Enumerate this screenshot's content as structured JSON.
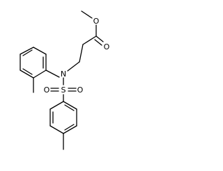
{
  "molecule": {
    "atoms": {
      "nitrogen": "N",
      "sulfur": "S",
      "oxygen_sulfonyl_left": "O",
      "oxygen_sulfonyl_right": "O",
      "oxygen_ester_ether": "O",
      "oxygen_ester_carbonyl": "O"
    }
  }
}
